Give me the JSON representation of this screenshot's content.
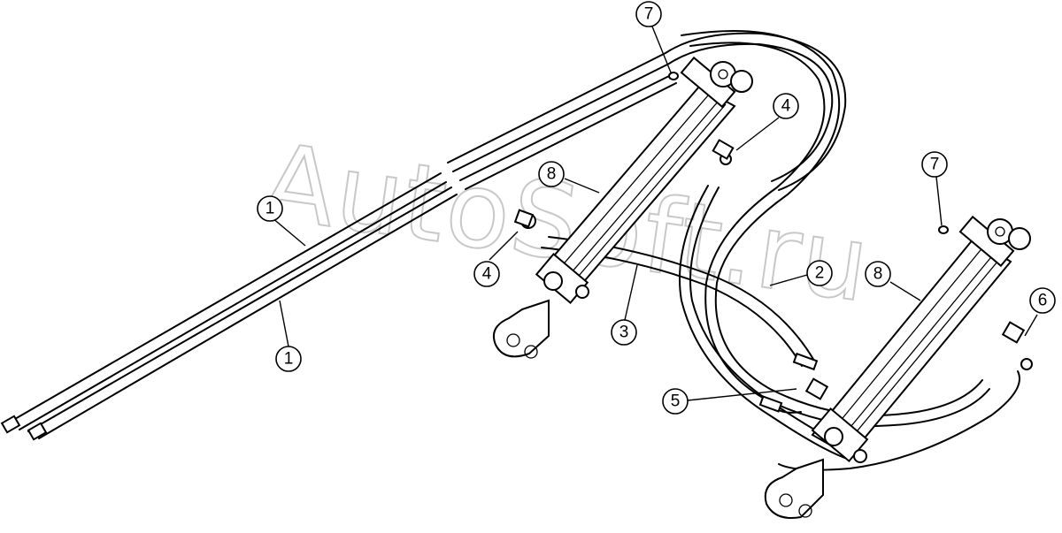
{
  "watermark": "AutoSoft.ru",
  "callouts": [
    "1",
    "1",
    "2",
    "3",
    "4",
    "4",
    "5",
    "6",
    "7",
    "7",
    "8",
    "8"
  ]
}
